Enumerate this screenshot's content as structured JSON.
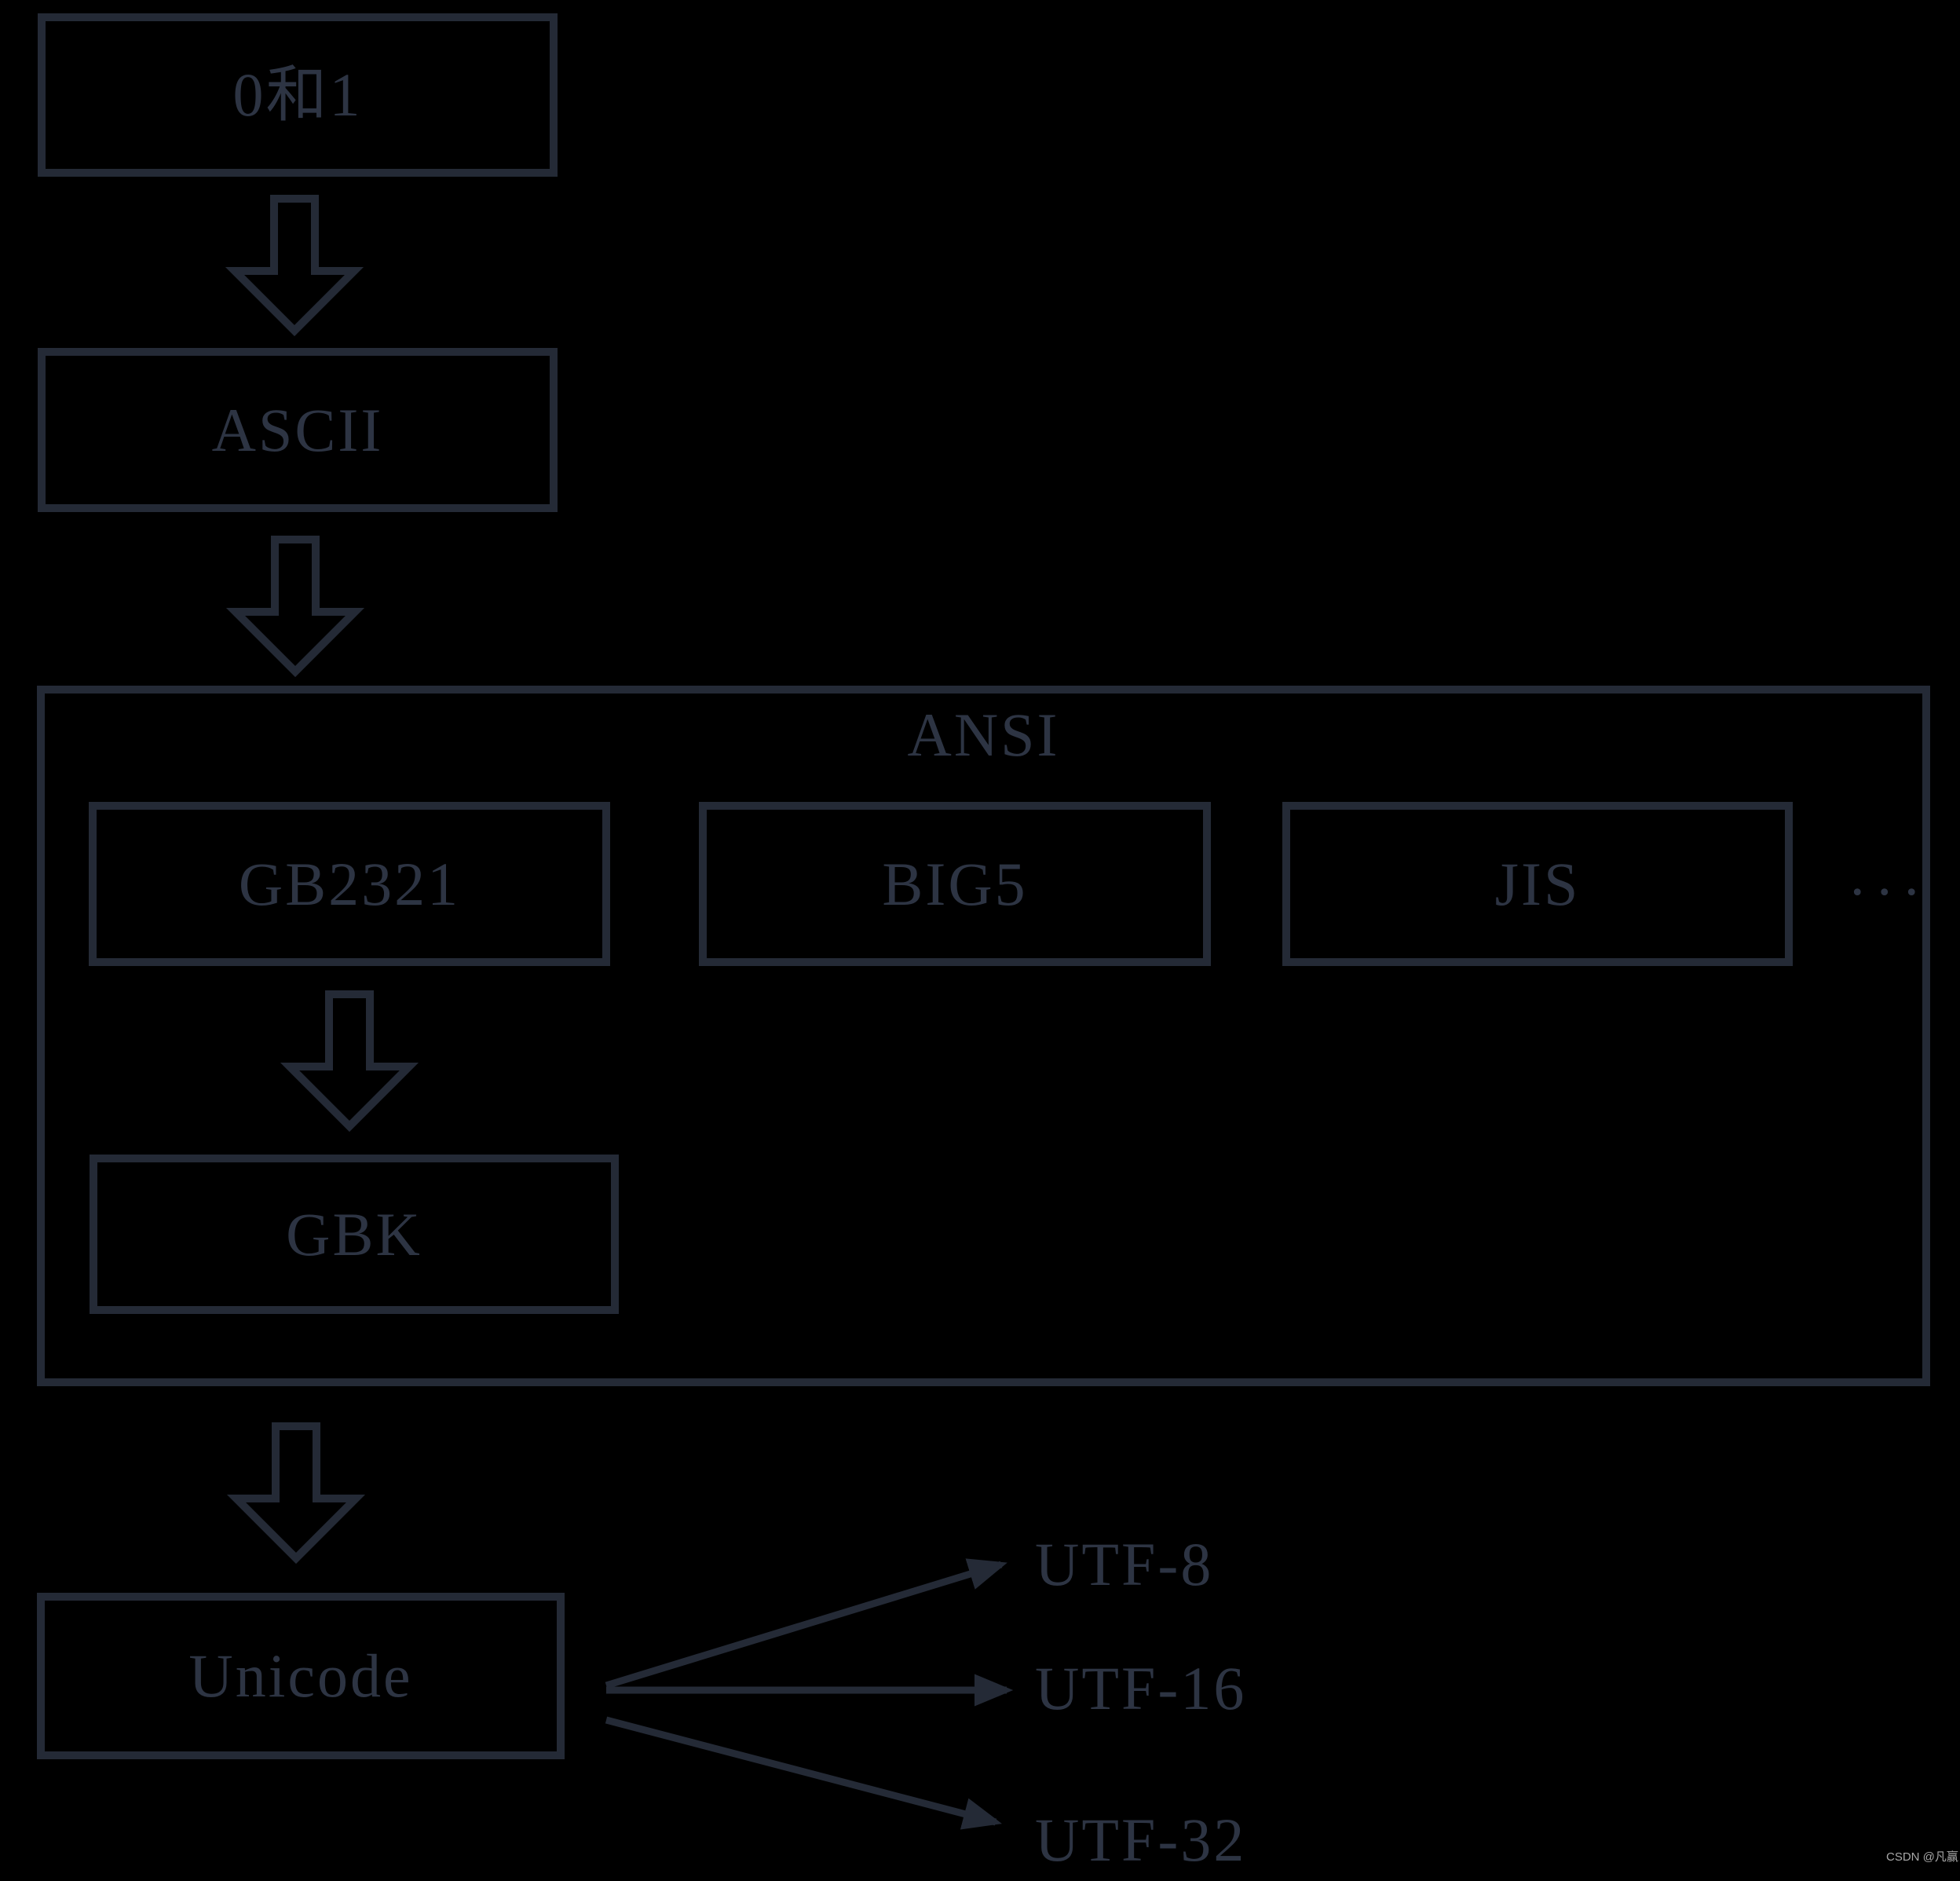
{
  "colors": {
    "background": "#000000",
    "line": "#242a36",
    "text": "#2d3443",
    "watermark": "#a8a8a8"
  },
  "nodes": {
    "binary": "0和1",
    "ascii": "ASCII",
    "ansi": "ANSI",
    "gb2321": "GB2321",
    "big5": "BIG5",
    "jis": "JIS",
    "gbk": "GBK",
    "unicode": "Unicode"
  },
  "ellipsis": "...",
  "encodings": {
    "utf8": "UTF-8",
    "utf16": "UTF-16",
    "utf32": "UTF-32"
  },
  "watermark": "CSDN @凡赢"
}
